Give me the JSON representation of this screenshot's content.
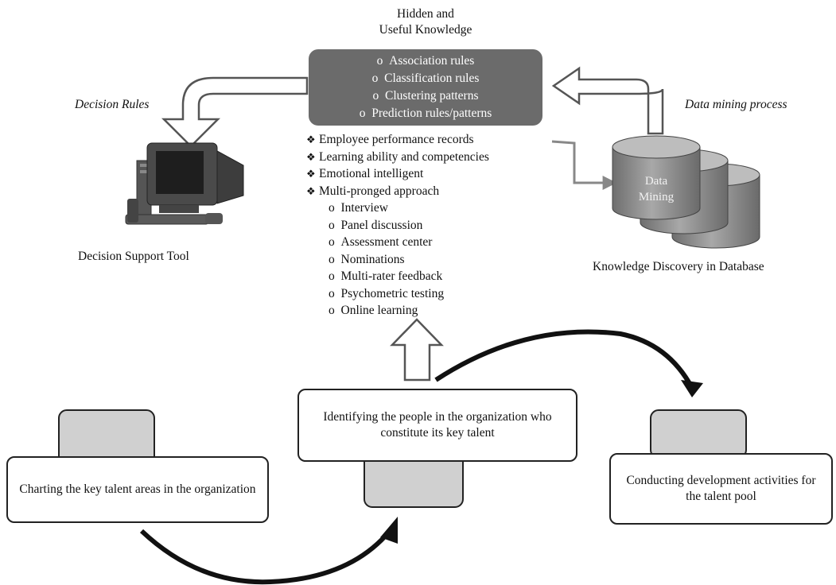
{
  "knowledge": {
    "title_line1": "Hidden and",
    "title_line2": "Useful Knowledge",
    "items": [
      "Association rules",
      "Classification rules",
      "Clustering patterns",
      "Prediction rules/patterns"
    ]
  },
  "labels": {
    "decision_rules": "Decision Rules",
    "data_mining_process": "Data mining process",
    "decision_support_tool": "Decision Support Tool",
    "kdd": "Knowledge Discovery in Database",
    "data_mining_line1": "Data",
    "data_mining_line2": "Mining"
  },
  "criteria": {
    "bullets": [
      "Employee performance records",
      "Learning ability and competencies",
      "Emotional intelligent",
      "Multi-pronged approach"
    ],
    "sub_items": [
      "Interview",
      "Panel discussion",
      "Assessment center",
      "Nominations",
      "Multi-rater feedback",
      "Psychometric testing",
      "Online learning"
    ]
  },
  "process": {
    "step1": "Charting the key talent areas in the organization",
    "step2": "Identifying the people in the organization who constitute its key talent",
    "step3": "Conducting development activities for the talent pool"
  },
  "bullet_symbols": {
    "diamond": "❖",
    "circle": "o"
  },
  "colors": {
    "knowledge_box": "#6b6b6b",
    "tab_fill": "#d0d0d0",
    "cylinder": "#8a8a8a"
  }
}
